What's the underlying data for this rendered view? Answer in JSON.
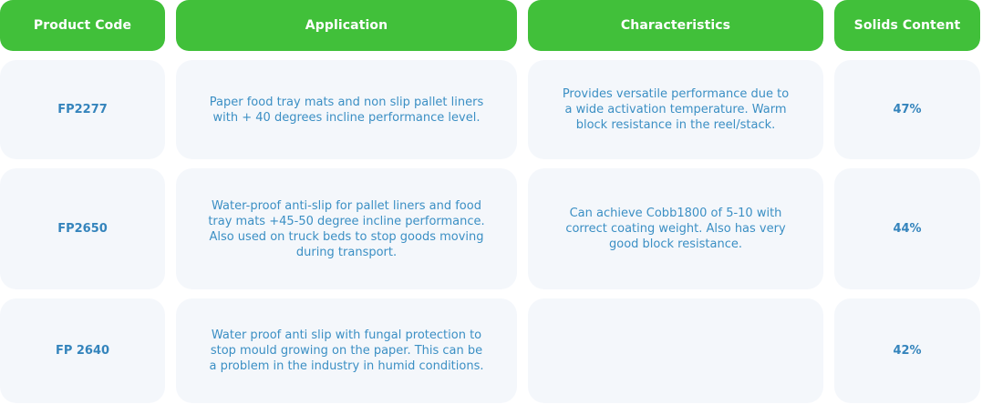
{
  "table": {
    "headers": [
      "Product Code",
      "Application",
      "Characteristics",
      "Solids Content"
    ],
    "rows": [
      {
        "code": "FP2277",
        "application": "Paper food tray mats and non slip pallet liners with + 40 degrees incline performance level.",
        "characteristics": "Provides versatile performance due to a wide activation temperature. Warm block resistance in the reel/stack.",
        "solids": "47%"
      },
      {
        "code": "FP2650",
        "application": "Water-proof anti-slip for pallet liners and food tray mats +45-50 degree incline performance. Also used on truck beds to stop goods moving during transport.",
        "characteristics": "Can achieve Cobb1800 of 5-10 with correct coating weight. Also has very good block resistance.",
        "solids": "44%"
      },
      {
        "code": "FP 2640",
        "application": "Water proof anti slip with fungal protection to stop mould growing on the paper. This can be a problem in the industry in humid conditions.",
        "characteristics": "",
        "solids": "42%"
      }
    ]
  },
  "colors": {
    "header_bg": "#41c03a",
    "cell_bg": "#f4f7fb",
    "text_blue": "#3b8fc4"
  }
}
